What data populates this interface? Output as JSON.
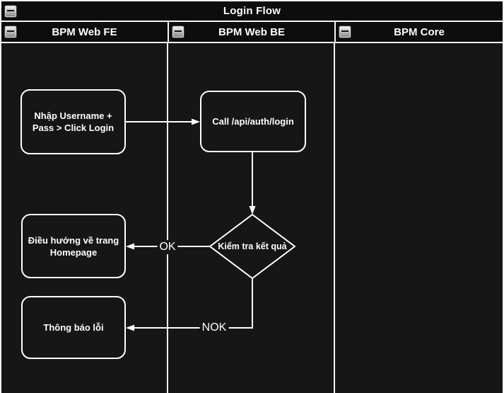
{
  "diagram": {
    "title": "Login Flow",
    "lanes": [
      {
        "label": "BPM Web FE"
      },
      {
        "label": "BPM Web BE"
      },
      {
        "label": "BPM Core"
      }
    ],
    "nodes": {
      "enter_credentials": {
        "label": "Nhập Username +\nPass > Click Login",
        "lane": "BPM Web FE",
        "shape": "rounded-rectangle"
      },
      "call_api": {
        "label": "Call /api/auth/login",
        "lane": "BPM Web BE",
        "shape": "rounded-rectangle"
      },
      "check_result": {
        "label": "Kiểm tra kết quả",
        "lane": "BPM Web BE",
        "shape": "decision-diamond"
      },
      "navigate_homepage": {
        "label": "Điều hướng về trang\nHomepage",
        "lane": "BPM Web FE",
        "shape": "rounded-rectangle"
      },
      "error_message": {
        "label": "Thông báo lỗi",
        "lane": "BPM Web FE",
        "shape": "rounded-rectangle"
      }
    },
    "edges": {
      "enter_to_call": {
        "from": "enter_credentials",
        "to": "call_api",
        "label": ""
      },
      "call_to_check": {
        "from": "call_api",
        "to": "check_result",
        "label": ""
      },
      "check_to_home": {
        "from": "check_result",
        "to": "navigate_homepage",
        "label": "OK"
      },
      "check_to_error": {
        "from": "check_result",
        "to": "error_message",
        "label": "NOK"
      }
    },
    "icons": {
      "collapse": "minus"
    },
    "colors": {
      "canvas_bg": "#161616",
      "header_bg": "#0d0d0d",
      "stroke": "#ffffff",
      "frame_border": "#f5f5f5",
      "text": "#ffffff"
    }
  }
}
